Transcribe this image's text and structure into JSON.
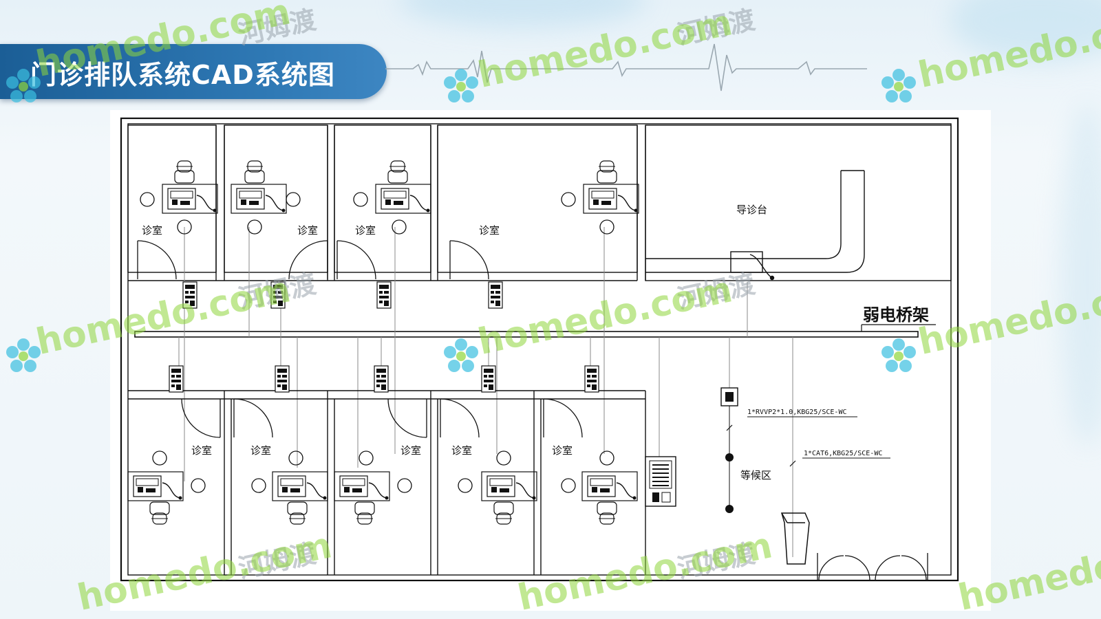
{
  "title": "门诊排队系统CAD系统图",
  "diagram": {
    "labels": {
      "exam_room": "诊室",
      "guide_desk": "导诊台",
      "cable_tray": "弱电桥架",
      "waiting_area": "等候区",
      "cable_rvvp": "1*RVVP2*1.0,KBG25/SCE-WC",
      "cable_cat6": "1*CAT6,KBG25/SCE-WC"
    }
  },
  "watermark": {
    "site": "homedo.com",
    "brand_cn": "河姆渡"
  },
  "colors": {
    "title_bar": "#2a6faa",
    "title_text": "#ffffff",
    "line": "#111111",
    "watermark_green": "#8fd63c",
    "watermark_flower": "#3bbfe0"
  }
}
